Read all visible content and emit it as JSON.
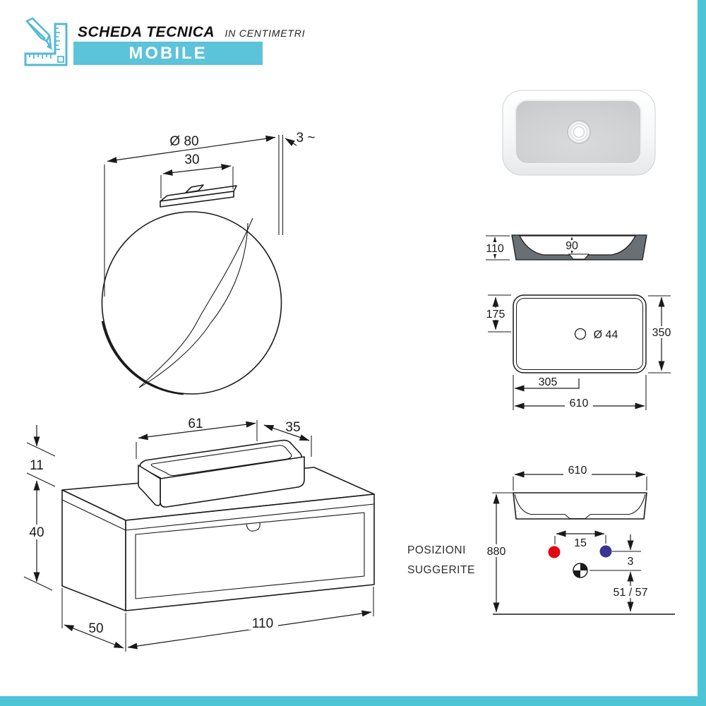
{
  "header": {
    "title": "SCHEDA TECNICA",
    "subtitle": "IN CENTIMETRI",
    "banner_label": "MOBILE"
  },
  "colors": {
    "accent_cyan": "#5BC3DA",
    "edge_band_cyan": "#4EC5D7",
    "tap_hot_red": "#E30613",
    "tap_cold_blue": "#3C3493",
    "section_gray": "#6A6F73"
  },
  "mirror_view": {
    "diameter_label": "Ø 80",
    "lamp_width_label": "30",
    "depth_label": "3 ~"
  },
  "vanity_view": {
    "basin_width_label": "61",
    "basin_depth_label": "35",
    "basin_height_label": "11",
    "cabinet_height_label": "40",
    "cabinet_depth_label": "50",
    "cabinet_width_label": "110"
  },
  "basin_side_section": {
    "height_label": "110",
    "inner_depth_label": "90"
  },
  "basin_plan_view": {
    "drain_offset_back_label": "175",
    "depth_label": "350",
    "drain_diameter_label": "Ø 44",
    "drain_offset_left_label": "305",
    "width_label": "610"
  },
  "installation_view": {
    "width_label": "610",
    "height_label": "880",
    "tap_spacing_label": "15",
    "tap_offset_label": "3",
    "drain_height_label": "51 / 57",
    "note_line1": "POSIZIONI",
    "note_line2": "SUGGERITE"
  }
}
